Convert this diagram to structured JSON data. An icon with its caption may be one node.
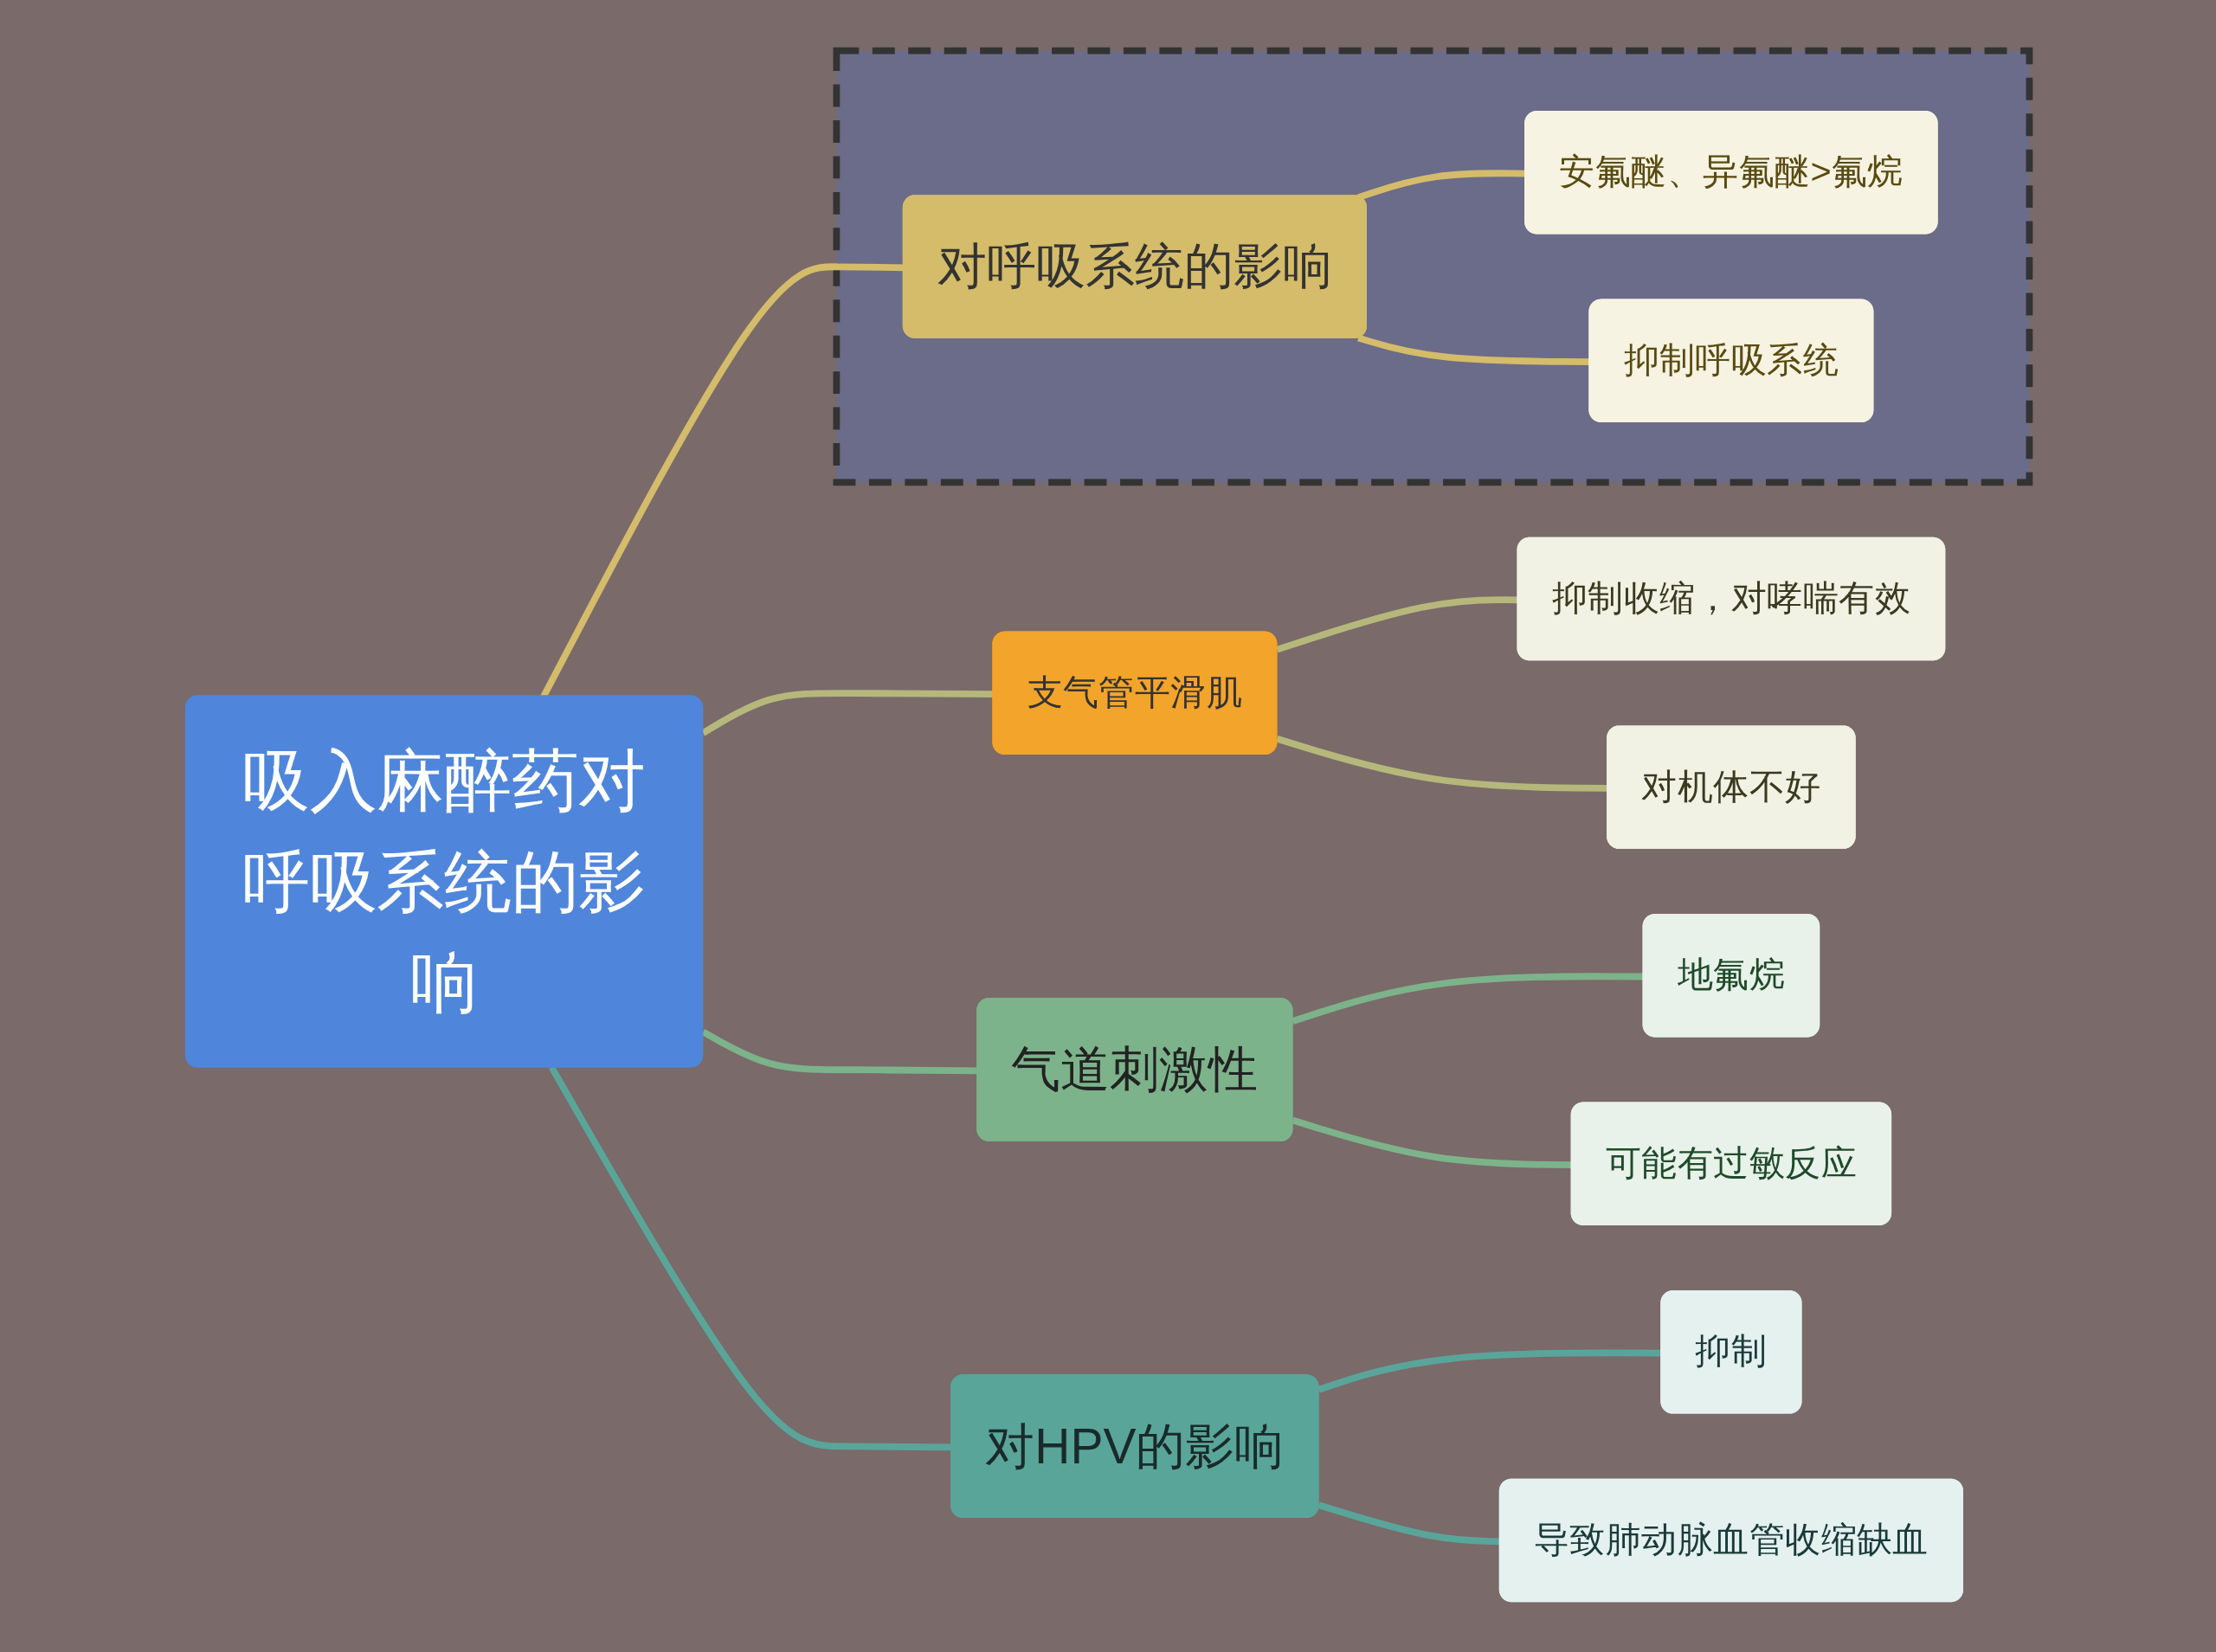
{
  "diagram": {
    "nodes": [
      {
        "text": [
          "吸入麻醉药对呼吸系统的影响"
        ]
      },
      {
        "text": [],
        "shape": "box"
      },
      {
        "text": [
          "对呼吸系统的影响"
        ],
        "in": 1
      },
      {
        "text": [
          "安氟醚、异氟醚>氟烷"
        ],
        "in": 1
      },
      {
        "text": [
          "抑制呼吸系统"
        ],
        "in": 1
      },
      {
        "text": [
          "支气管平滑肌"
        ]
      },
      {
        "text": [
          "抑制收缩，对哮喘有效"
        ]
      },
      {
        "text": [
          "对机体不好"
        ]
      },
      {
        "text": [
          "气道刺激性"
        ]
      },
      {
        "text": [
          "地氟烷"
        ]
      },
      {
        "text": [
          "可能有过敏反应"
        ]
      },
      {
        "text": [
          "对HPV的影响"
        ]
      },
      {
        "text": [
          "抑制"
        ]
      },
      {
        "text": [
          "导致肺动脉血管收缩缺血"
        ]
      }
    ],
    "edges": [
      {
        "from": 0,
        "to": 2,
        "arrow": "none",
        "color": "#d4bc6a"
      },
      {
        "from": 2,
        "to": 3,
        "arrow": "none",
        "color": "#d4bc6a"
      },
      {
        "from": 2,
        "to": 4,
        "arrow": "none",
        "color": "#d4bc6a"
      },
      {
        "from": 0,
        "to": 5,
        "arrow": "none",
        "color": "#b5b87a"
      },
      {
        "from": 5,
        "to": 6,
        "arrow": "none",
        "color": "#b5b87a"
      },
      {
        "from": 5,
        "to": 7,
        "arrow": "none",
        "color": "#b5b87a"
      },
      {
        "from": 0,
        "to": 8,
        "arrow": "none",
        "color": "#7db38a"
      },
      {
        "from": 8,
        "to": 9,
        "arrow": "none",
        "color": "#7db38a"
      },
      {
        "from": 8,
        "to": 10,
        "arrow": "none",
        "color": "#7db38a"
      },
      {
        "from": 0,
        "to": 11,
        "arrow": "none",
        "color": "#5aa59a"
      },
      {
        "from": 11,
        "to": 12,
        "arrow": "none",
        "color": "#5aa59a"
      },
      {
        "from": 11,
        "to": 13,
        "arrow": "none",
        "color": "#5aa59a"
      }
    ]
  }
}
